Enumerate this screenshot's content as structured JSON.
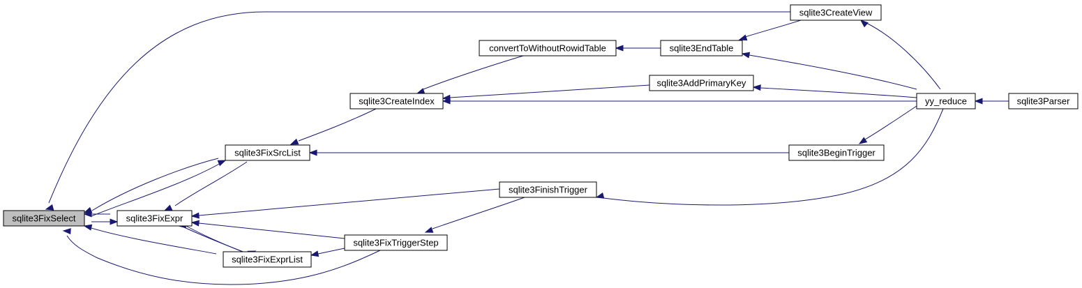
{
  "graph": {
    "nodes": [
      {
        "id": "fixselect",
        "label": "sqlite3FixSelect",
        "highlighted": true
      },
      {
        "id": "fixexpr",
        "label": "sqlite3FixExpr"
      },
      {
        "id": "fixsrclist",
        "label": "sqlite3FixSrcList"
      },
      {
        "id": "fixexprlist",
        "label": "sqlite3FixExprList"
      },
      {
        "id": "createindex",
        "label": "sqlite3CreateIndex"
      },
      {
        "id": "converttowithoutrowid",
        "label": "convertToWithoutRowidTable"
      },
      {
        "id": "fixtriggerstep",
        "label": "sqlite3FixTriggerStep"
      },
      {
        "id": "finishtrigger",
        "label": "sqlite3FinishTrigger"
      },
      {
        "id": "endtable",
        "label": "sqlite3EndTable"
      },
      {
        "id": "addprimarykey",
        "label": "sqlite3AddPrimaryKey"
      },
      {
        "id": "createview",
        "label": "sqlite3CreateView"
      },
      {
        "id": "begintrigger",
        "label": "sqlite3BeginTrigger"
      },
      {
        "id": "yyreduce",
        "label": "yy_reduce"
      },
      {
        "id": "parser",
        "label": "sqlite3Parser"
      }
    ],
    "edges": [
      {
        "from": "fixexpr",
        "to": "fixselect"
      },
      {
        "from": "fixselect",
        "to": "fixexpr"
      },
      {
        "from": "fixsrclist",
        "to": "fixselect"
      },
      {
        "from": "fixselect",
        "to": "fixsrclist"
      },
      {
        "from": "fixexpr",
        "to": "fixsrclist"
      },
      {
        "from": "fixexprlist",
        "to": "fixselect"
      },
      {
        "from": "fixexpr",
        "to": "fixexprlist"
      },
      {
        "from": "fixexprlist",
        "to": "fixexpr"
      },
      {
        "from": "fixtriggerstep",
        "to": "fixselect"
      },
      {
        "from": "createview",
        "to": "fixselect"
      },
      {
        "from": "createindex",
        "to": "fixsrclist"
      },
      {
        "from": "begintrigger",
        "to": "fixsrclist"
      },
      {
        "from": "finishtrigger",
        "to": "fixexpr"
      },
      {
        "from": "fixtriggerstep",
        "to": "fixexpr"
      },
      {
        "from": "fixtriggerstep",
        "to": "fixexprlist"
      },
      {
        "from": "converttowithoutrowid",
        "to": "createindex"
      },
      {
        "from": "addprimarykey",
        "to": "createindex"
      },
      {
        "from": "yyreduce",
        "to": "createindex"
      },
      {
        "from": "finishtrigger",
        "to": "fixtriggerstep"
      },
      {
        "from": "endtable",
        "to": "converttowithoutrowid"
      },
      {
        "from": "createview",
        "to": "endtable"
      },
      {
        "from": "yyreduce",
        "to": "endtable"
      },
      {
        "from": "yyreduce",
        "to": "addprimarykey"
      },
      {
        "from": "yyreduce",
        "to": "createview"
      },
      {
        "from": "yyreduce",
        "to": "begintrigger"
      },
      {
        "from": "yyreduce",
        "to": "finishtrigger"
      },
      {
        "from": "parser",
        "to": "yyreduce"
      }
    ]
  },
  "colors": {
    "edge": "#191970",
    "node_fill": "#ffffff",
    "node_highlight_fill": "#bfbfbf",
    "node_border": "#000000"
  }
}
